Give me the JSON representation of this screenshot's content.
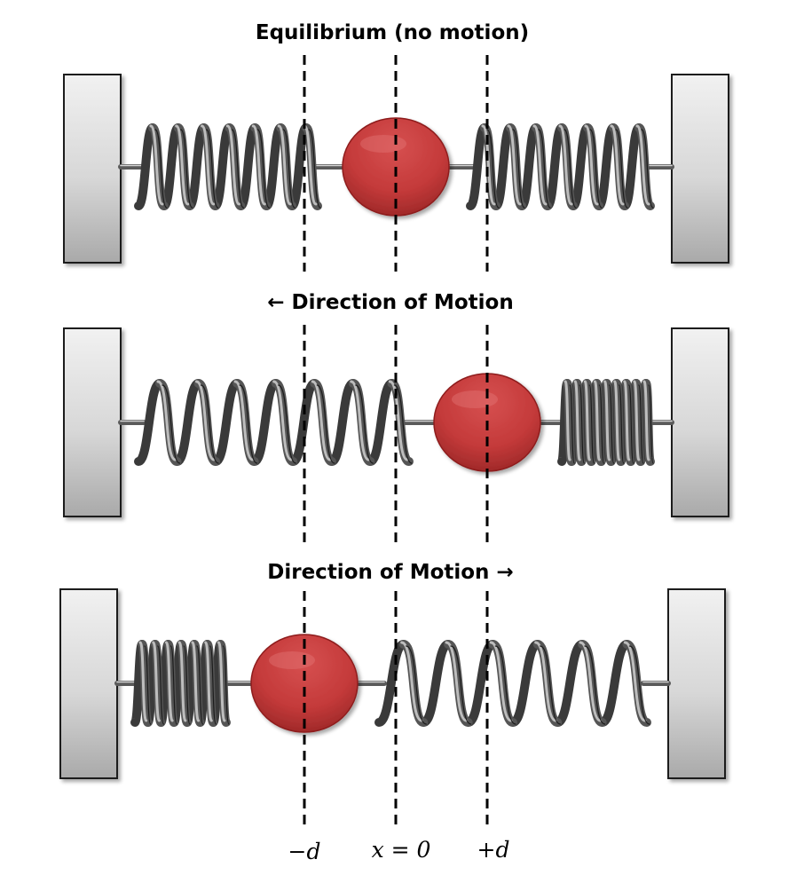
{
  "panels": [
    {
      "title": "Equilibrium (no motion)",
      "state": "equilibrium",
      "displacement": 0
    },
    {
      "title": "← Direction of Motion",
      "state": "moving-left",
      "displacement": 1
    },
    {
      "title": "Direction of Motion →",
      "state": "moving-right",
      "displacement": -1
    }
  ],
  "positions": [
    {
      "label": "−d",
      "value": -1
    },
    {
      "label": "x = 0",
      "value": 0
    },
    {
      "label": "+d",
      "value": 1
    }
  ],
  "colors": {
    "mass": "#c43a3a",
    "spring": "#555555",
    "wall": "#d9d9d9",
    "guide": "#000000"
  }
}
